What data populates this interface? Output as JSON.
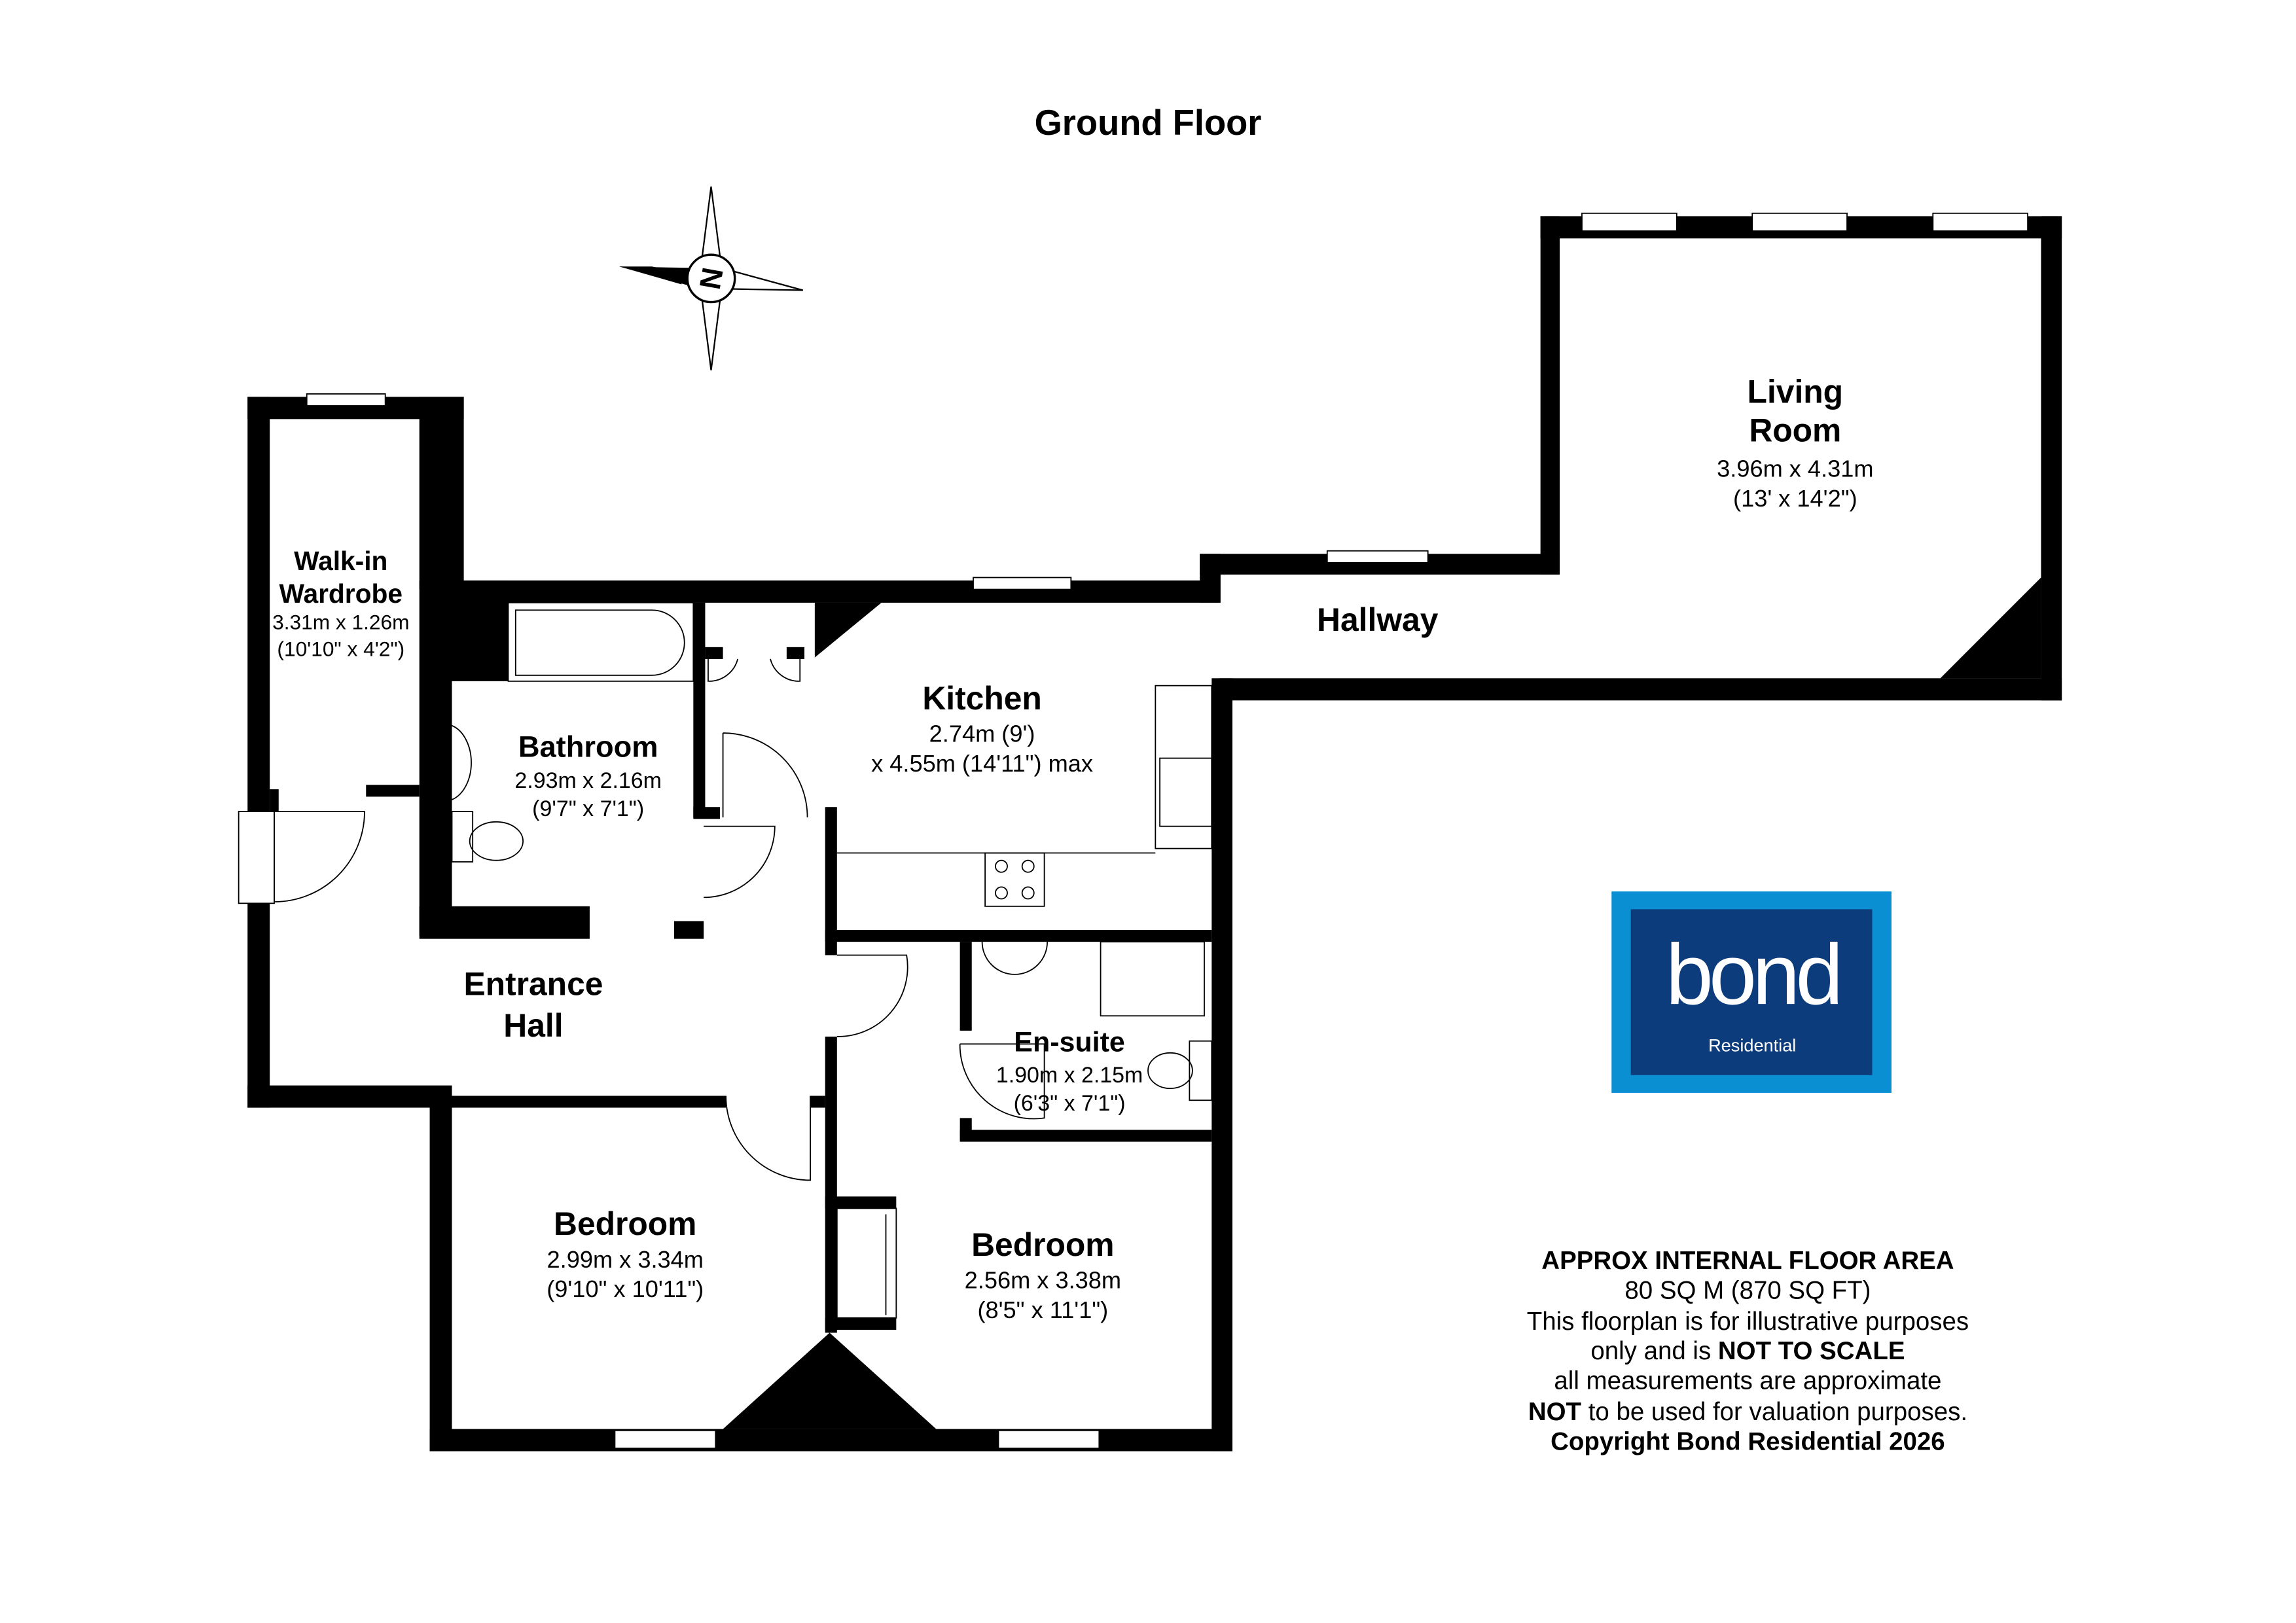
{
  "title": "Ground Floor",
  "compass": {
    "label": "N",
    "icon": "compass-north-icon"
  },
  "rooms": {
    "living": {
      "name1": "Living",
      "name2": "Room",
      "metric": "3.96m x 4.31m",
      "imperial": "(13' x 14'2\")"
    },
    "hallway": {
      "name": "Hallway"
    },
    "wardrobe": {
      "name1": "Walk-in",
      "name2": "Wardrobe",
      "metric": "3.31m x 1.26m",
      "imperial": "(10'10\" x 4'2\")"
    },
    "bathroom": {
      "name": "Bathroom",
      "metric": "2.93m x 2.16m",
      "imperial": "(9'7\" x 7'1\")"
    },
    "kitchen": {
      "name": "Kitchen",
      "line1": "2.74m (9')",
      "line2": "x 4.55m (14'11\") max"
    },
    "entrance": {
      "name1": "Entrance",
      "name2": "Hall"
    },
    "ensuite": {
      "name": "En-suite",
      "metric": "1.90m x 2.15m",
      "imperial": "(6'3\" x 7'1\")"
    },
    "bedroom1": {
      "name": "Bedroom",
      "metric": "2.99m x 3.34m",
      "imperial": "(9'10\" x 10'11\")"
    },
    "bedroom2": {
      "name": "Bedroom",
      "metric": "2.56m x 3.38m",
      "imperial": "(8'5\" x 11'1\")"
    }
  },
  "logo": {
    "brand": "bond",
    "sub": "Residential",
    "outer_color": "#0a8fd3",
    "inner_color": "#0d3c7c"
  },
  "notes": {
    "heading": "APPROX INTERNAL FLOOR AREA",
    "area": "80 SQ M (870 SQ FT)",
    "line1": "This floorplan is for illustrative purposes",
    "line2_pre": "only and is ",
    "line2_bold": "NOT TO SCALE",
    "line3": "all measurements are approximate",
    "line4_bold": "NOT",
    "line4_rest": " to be used for valuation purposes.",
    "copyright": "Copyright Bond Residential 2026"
  }
}
